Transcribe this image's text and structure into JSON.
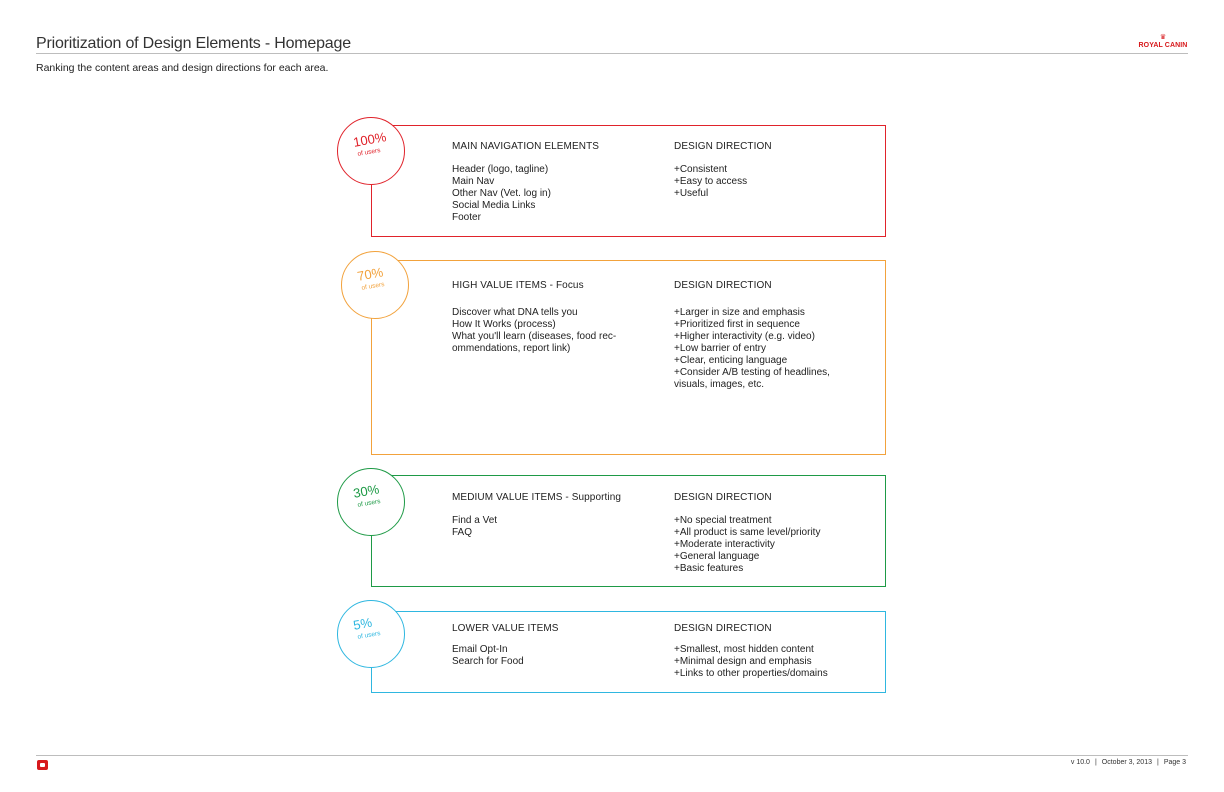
{
  "header": {
    "title": "Prioritization of Design Elements - Homepage",
    "subtitle": "Ranking the content areas and design directions for each area.",
    "logo_text": "ROYAL CANIN",
    "logo_icon": "crown-icon"
  },
  "colors": {
    "red": "#e0232b",
    "orange": "#f2a23c",
    "green": "#1e9a46",
    "blue": "#2fb7e0"
  },
  "sections": [
    {
      "percent": "100%",
      "users_label": "of users",
      "left_heading": "MAIN NAVIGATION ELEMENTS",
      "left_items": [
        "Header (logo, tagline)",
        "Main Nav",
        "Other Nav (Vet. log in)",
        "Social Media Links",
        "Footer"
      ],
      "right_heading": "DESIGN DIRECTION",
      "right_items": [
        "+Consistent",
        "+Easy to access",
        "+Useful"
      ]
    },
    {
      "percent": "70%",
      "users_label": "of users",
      "left_heading": "HIGH VALUE ITEMS - Focus",
      "left_items": [
        "Discover what DNA tells you",
        "How It Works (process)",
        "What you'll learn (diseases, food rec-",
        "ommendations, report link)"
      ],
      "right_heading": "DESIGN DIRECTION",
      "right_items": [
        "+Larger in size and emphasis",
        "+Prioritized first in sequence",
        "+Higher interactivity (e.g. video)",
        "+Low barrier of entry",
        "+Clear, enticing language",
        "+Consider A/B testing of headlines,",
        "visuals, images, etc."
      ]
    },
    {
      "percent": "30%",
      "users_label": "of users",
      "left_heading": "MEDIUM VALUE ITEMS - Supporting",
      "left_items": [
        "Find a Vet",
        "FAQ"
      ],
      "right_heading": "DESIGN DIRECTION",
      "right_items": [
        "+No special treatment",
        "+All product is same level/priority",
        "+Moderate interactivity",
        "+General language",
        "+Basic features"
      ]
    },
    {
      "percent": "5%",
      "users_label": "of users",
      "left_heading": "LOWER VALUE ITEMS",
      "left_items": [
        "Email Opt-In",
        "Search for Food"
      ],
      "right_heading": "DESIGN DIRECTION",
      "right_items": [
        "+Smallest, most hidden content",
        "+Minimal design and emphasis",
        "+Links to other properties/domains"
      ]
    }
  ],
  "footer": {
    "version": "v 10.0",
    "date": "October 3, 2013",
    "page": "Page 3",
    "icon": "royal-canin-mini-logo-icon"
  }
}
